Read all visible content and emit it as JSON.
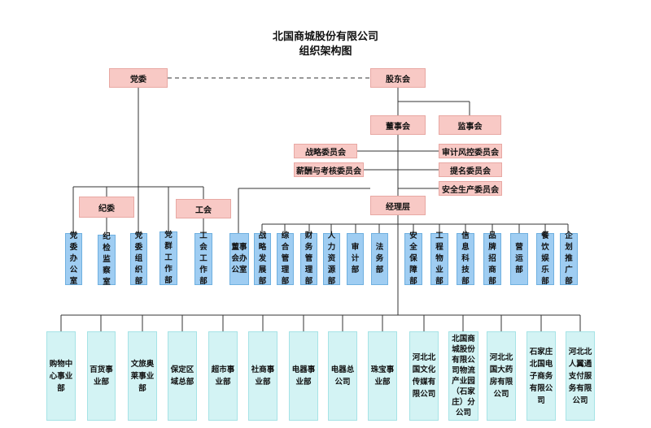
{
  "title": "北国商城股份有限公司",
  "subtitle": "组织架构图",
  "pink": {
    "dangwei": "党委",
    "gudonghui": "股东会",
    "dongshihui": "董事会",
    "jianshihui": "监事会",
    "zhanlue": "战略委员会",
    "shenji": "审计风控委员会",
    "xinchou": "薪酬与考核委员会",
    "timing": "提名委员会",
    "anquan": "安全生产委员会",
    "jiwei": "纪委",
    "gonghui": "工会",
    "jingliceng": "经理层"
  },
  "left_depts": [
    "党委\n办公\n室",
    "纪检\n监察\n室",
    "党委\n组织\n部",
    "党群\n工作\n部",
    "工会\n工作\n部"
  ],
  "right_depts": [
    "董事\n会办\n公室",
    "战略\n发展\n部",
    "综合\n管理\n部",
    "财务\n管理\n部",
    "人力\n资源\n部",
    "审计\n部",
    "法务\n部",
    "安全\n保障\n部",
    "工程\n物业\n部",
    "信息\n科技\n部",
    "品牌\n招商\n部",
    "营运\n部",
    "餐饮\n娱乐\n部",
    "企划\n推广\n部"
  ],
  "divisions": [
    "购物中\n心事业\n部",
    "百货事\n业部",
    "文旅奥\n莱事业\n部",
    "保定区\n域总部",
    "超市事\n业部",
    "社商事\n业部",
    "电器事\n业部",
    "电器总\n公司",
    "珠宝事\n业部",
    "河北北\n国文化\n传媒有\n限公司",
    "北国商\n城股份\n有限公\n司物流\n产业园\n（石家\n庄）分\n公司",
    "河北北\n国大药\n房有限\n公司",
    "石家庄\n北国电\n子商务\n有限公\n司",
    "河北北\n人翼通\n支付服\n务有限\n公司"
  ],
  "colors": {
    "pink": "#f8c9c5",
    "blue": "#9fcdf2",
    "cyan": "#d3f3f4",
    "line": "#333333"
  }
}
